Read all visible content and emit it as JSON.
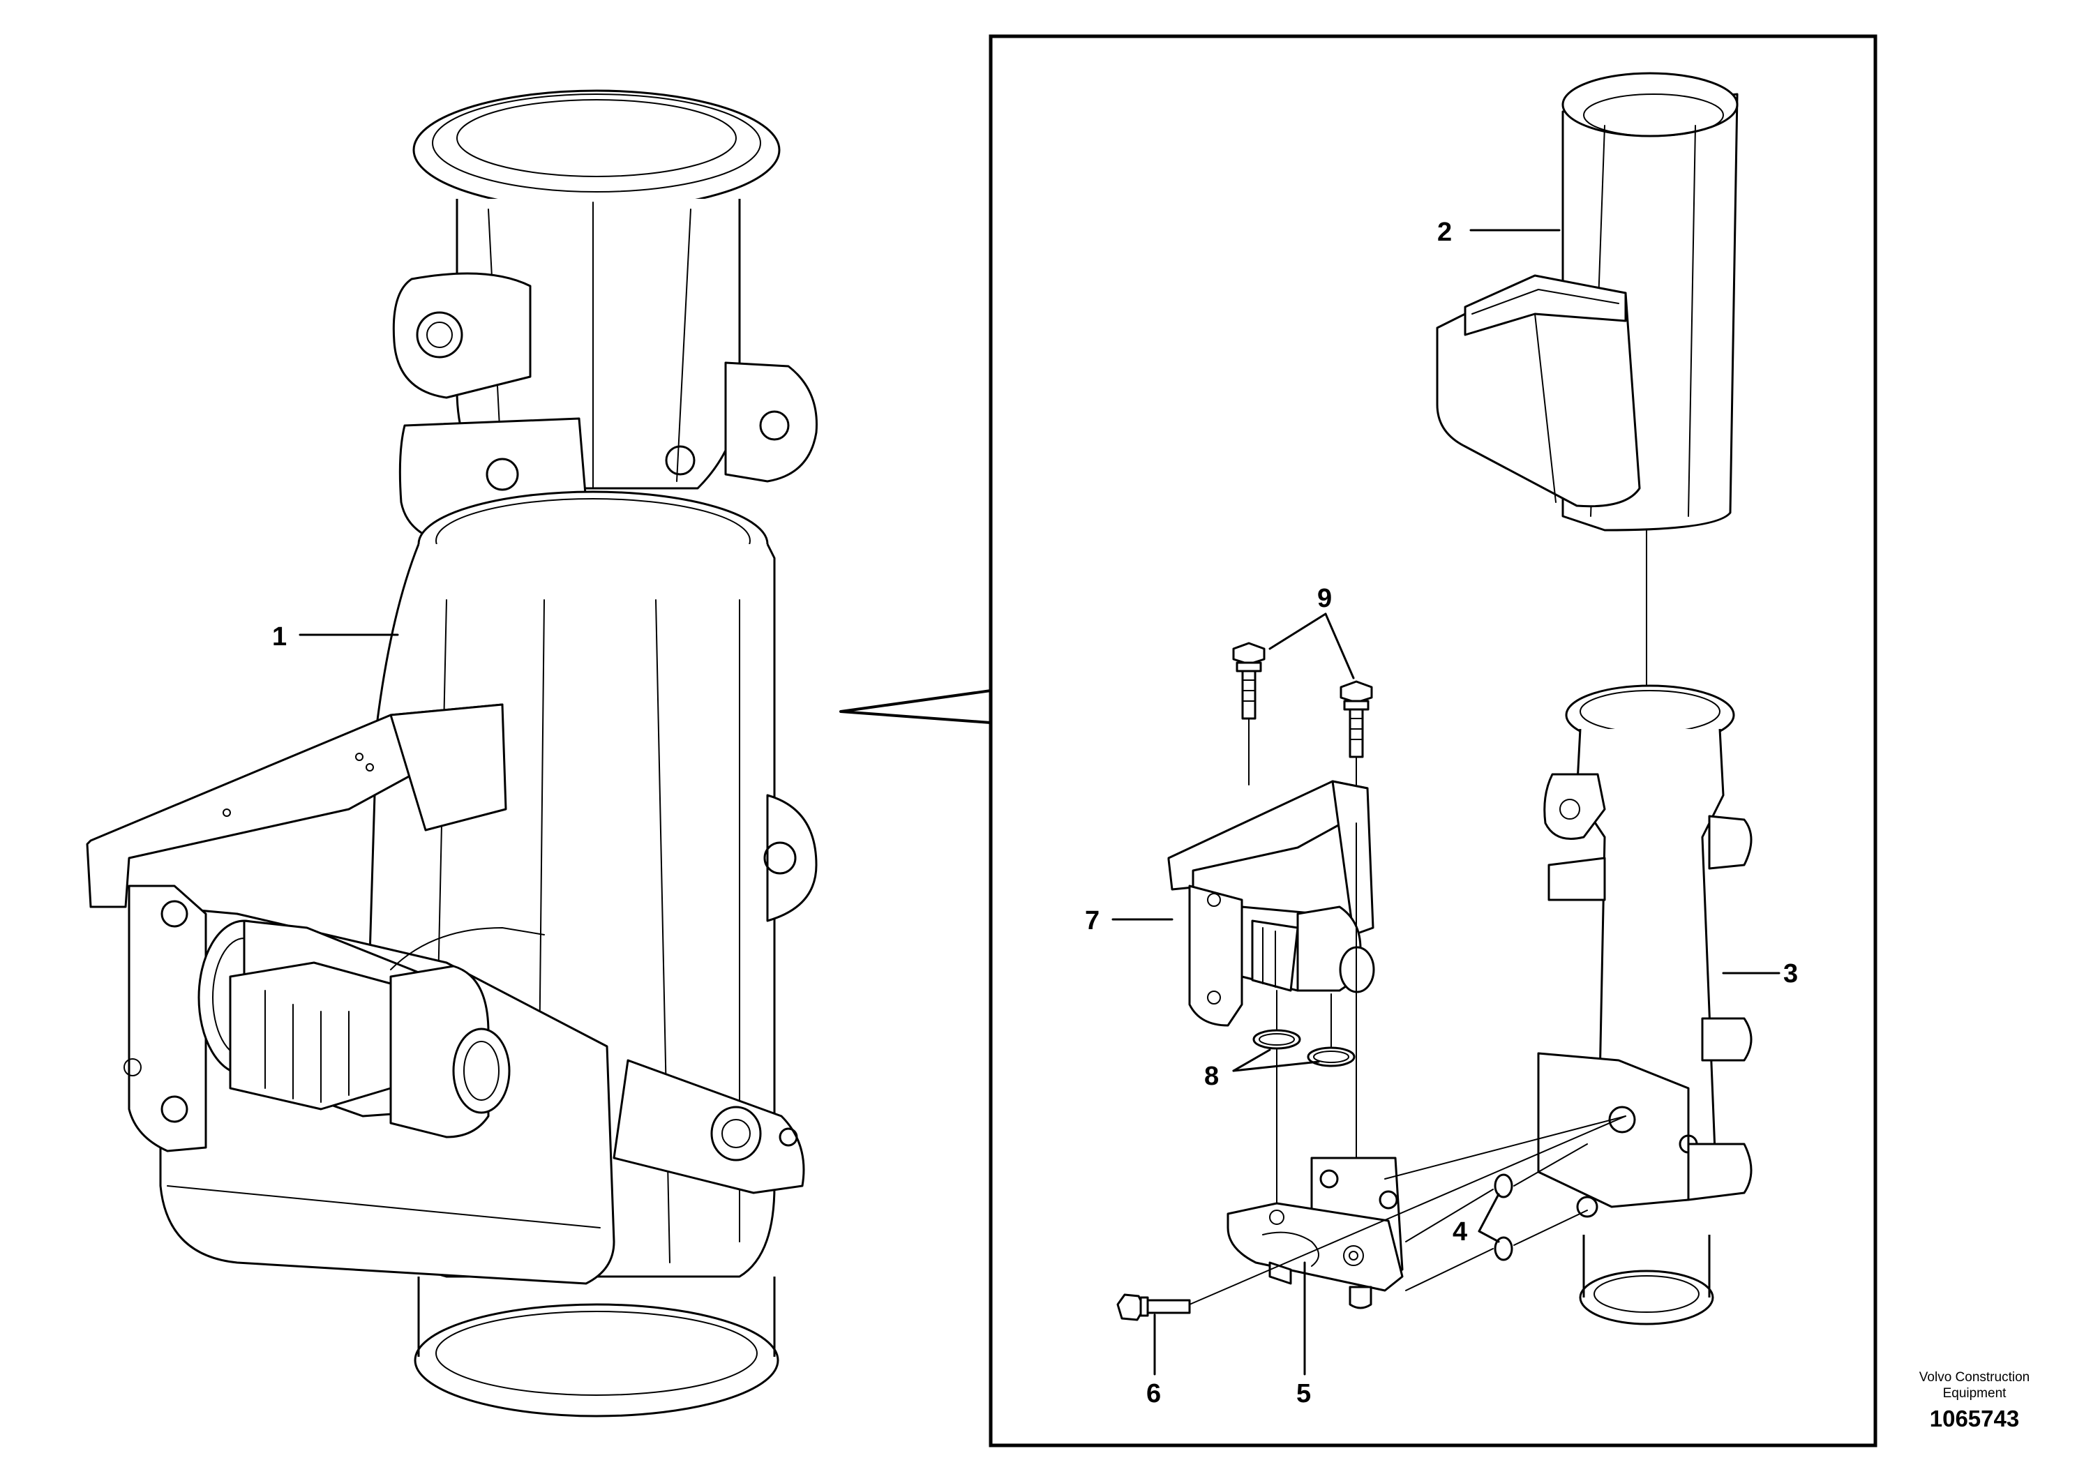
{
  "callouts": {
    "c1": "1",
    "c2": "2",
    "c3": "3",
    "c4": "4",
    "c5": "5",
    "c6": "6",
    "c7": "7",
    "c8": "8",
    "c9": "9"
  },
  "footer": {
    "credit_line1": "Volvo Construction",
    "credit_line2": "Equipment",
    "document_number": "1065743"
  }
}
